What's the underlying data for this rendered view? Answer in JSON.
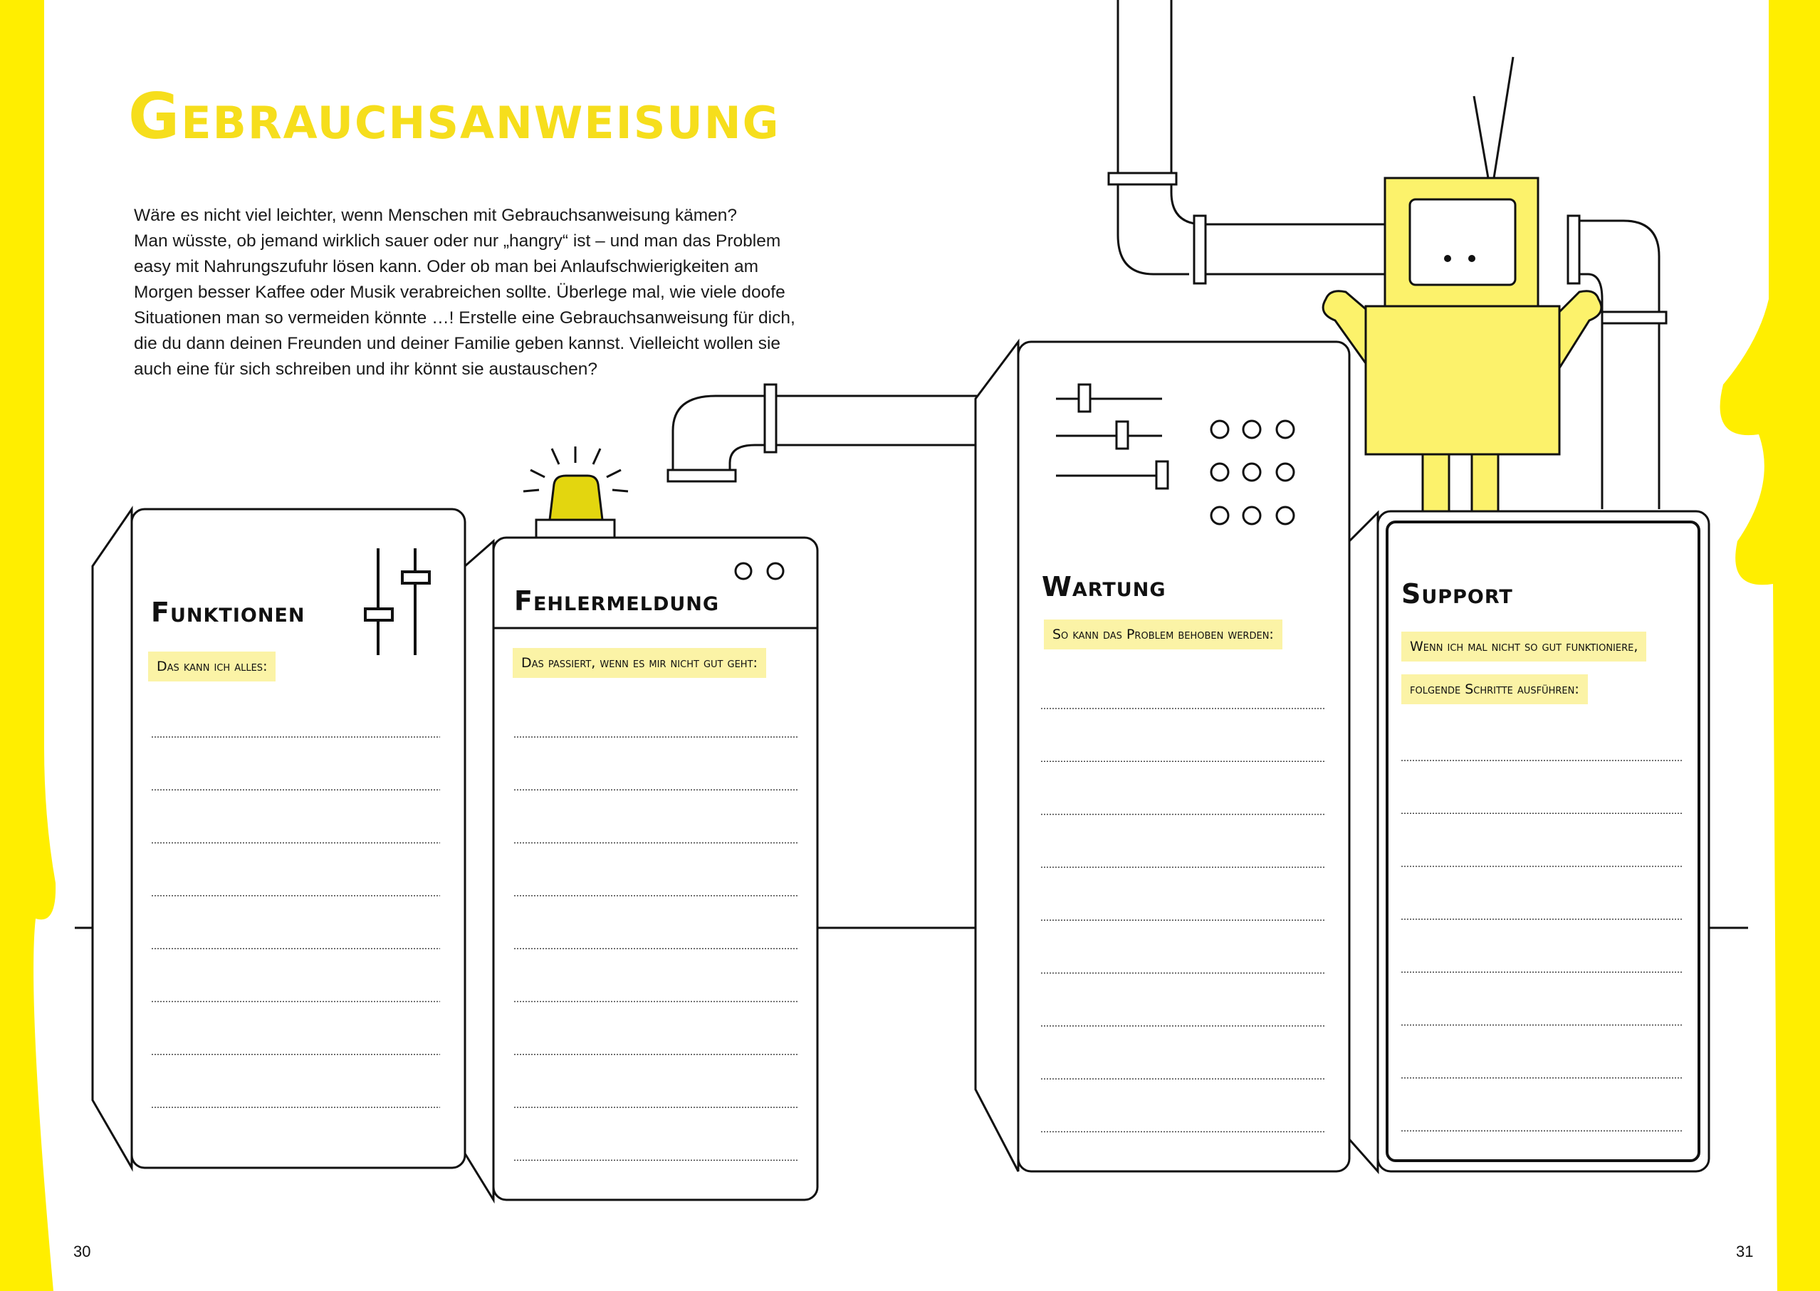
{
  "page": {
    "title": "Gebrauchsanweisung",
    "intro_lines": [
      "Wäre es nicht viel leichter, wenn Menschen mit Gebrauchsanweisung kämen?",
      "Man wüsste, ob jemand wirklich sauer oder nur „hangry“ ist – und man das Problem",
      "easy mit Nahrungszufuhr lösen kann. Oder ob man bei Anlaufschwierigkeiten am",
      "Morgen besser Kaffee oder Musik verabreichen sollte. Überlege mal, wie viele doofe",
      "Situationen man so vermeiden könnte …! Erstelle eine Gebrauchsanweisung für dich,",
      "die du dann deinen Freunden und deiner Familie geben kannst. Vielleicht wollen sie",
      "auch eine für sich schreiben und ihr könnt sie austauschen?"
    ],
    "page_left": "30",
    "page_right": "31"
  },
  "panels": {
    "funktionen": {
      "heading": "Funktionen",
      "prompt": "Das kann ich alles:"
    },
    "fehler": {
      "heading": "Fehlermeldung",
      "prompt": "Das passiert, wenn es mir nicht gut geht:"
    },
    "wartung": {
      "heading": "Wartung",
      "prompt": "So kann das Problem behoben werden:"
    },
    "support": {
      "heading": "Support",
      "prompt_line1": "Wenn ich mal nicht so gut funktioniere,",
      "prompt_line2": "folgende Schritte ausführen:"
    }
  },
  "colors": {
    "accent_yellow": "#ffee00",
    "title_yellow": "#f6de1c",
    "robot_yellow": "#fcf26b",
    "highlight": "#fbf3a6",
    "ink": "#111111"
  }
}
